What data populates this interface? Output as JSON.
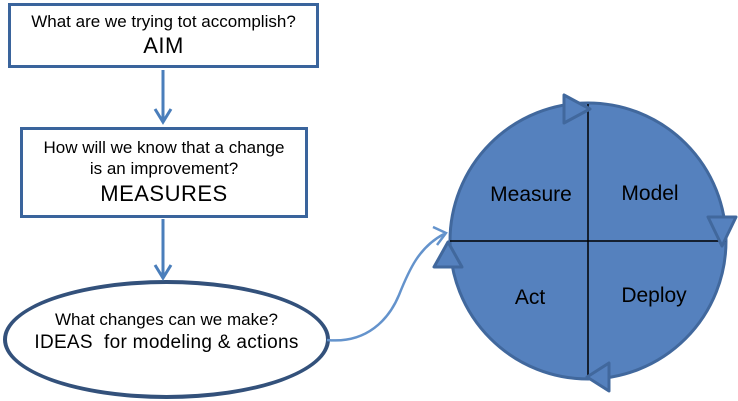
{
  "palette": {
    "box_border": "#3a649c",
    "flow_arrow": "#4a7ebb",
    "ellipse_border": "#33517b",
    "circle_fill": "#5581be",
    "circle_stroke": "#41689d",
    "connector_arrow": "#6493cc",
    "divider_line": "#000000",
    "text": "#000000"
  },
  "aim_box": {
    "question": "What are we trying tot accomplish?",
    "label": "AIM"
  },
  "measures_box": {
    "question_lines": [
      "How will we know that a change",
      "is an improvement?"
    ],
    "label": "MEASURES"
  },
  "ideas_ellipse": {
    "question": "What changes can we make?",
    "label": "IDEAS  for modeling & actions"
  },
  "cycle": {
    "direction": "clockwise",
    "quadrants": [
      {
        "label": "Measure",
        "position": "top-left"
      },
      {
        "label": "Model",
        "position": "top-right"
      },
      {
        "label": "Act",
        "position": "bottom-left"
      },
      {
        "label": "Deploy",
        "position": "bottom-right"
      }
    ]
  }
}
